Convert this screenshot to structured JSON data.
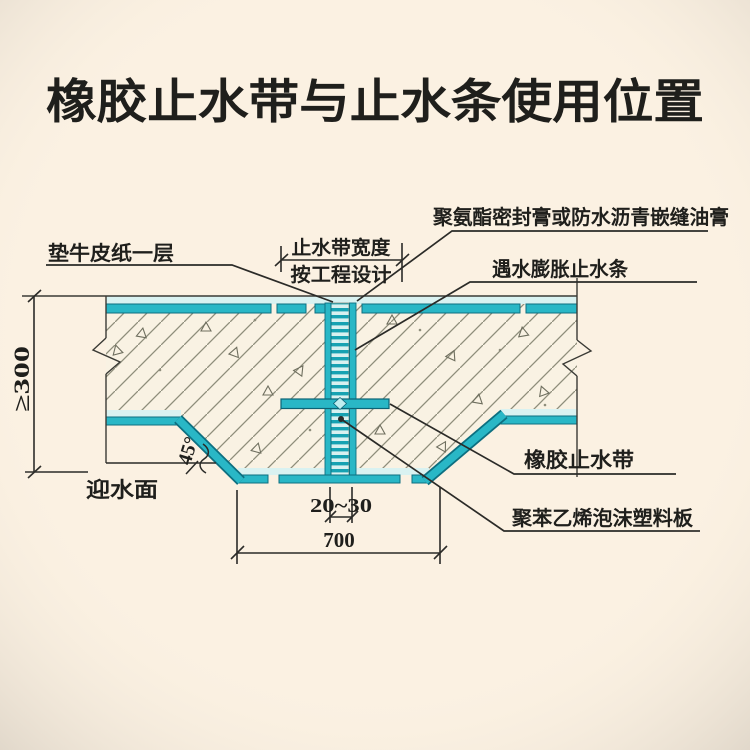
{
  "title": "橡胶止水带与止水条使用位置",
  "labels": {
    "kraft_paper": "垫牛皮纸一层",
    "belt_width_line1": "止水带宽度",
    "belt_width_line2": "按工程设计",
    "sealant": "聚氨酯密封膏或防水沥青嵌缝油膏",
    "swelling_strip": "遇水膨胀止水条",
    "rubber_waterstop": "橡胶止水带",
    "foam_board": "聚苯乙烯泡沫塑料板",
    "water_facing_side": "迎水面"
  },
  "dimensions": {
    "min_depth": "≥300",
    "joint_gap": "20~30",
    "bottom_width": "700",
    "slope_angle": "45°"
  },
  "colors": {
    "background": "#fbf1e2",
    "title_red": "#da291c",
    "membrane_teal": "#29b7c6",
    "membrane_teal_edge": "#0d6f80",
    "membrane_pale": "#d9f2f1",
    "line_dark": "#2b2b28",
    "hatch_gray": "#8e8d7b"
  }
}
